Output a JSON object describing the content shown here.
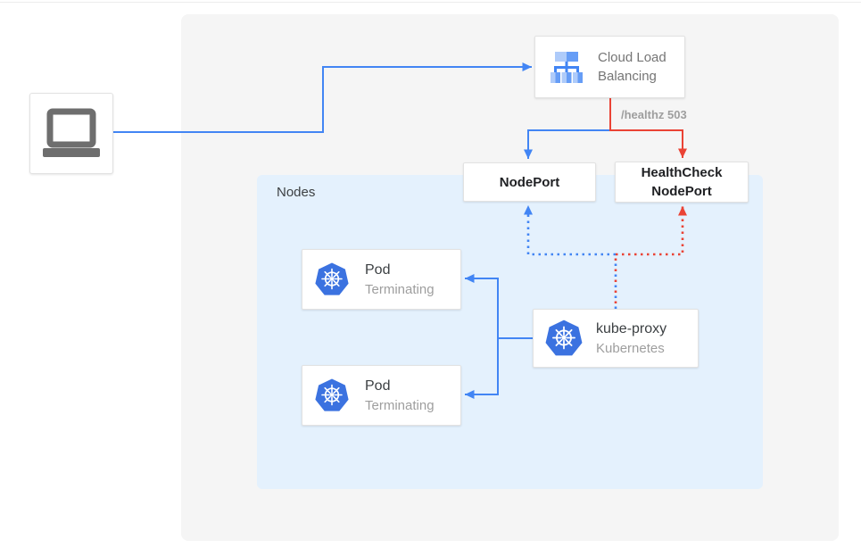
{
  "labels": {
    "nodes": "Nodes",
    "healthz": "/healthz 503"
  },
  "cards": {
    "client": {
      "icon": "laptop-icon"
    },
    "cloud_load_balancing": {
      "icon": "cloud-load-balancing-icon",
      "label_line1": "Cloud Load",
      "label_line2": "Balancing"
    },
    "nodeport": {
      "label": "NodePort"
    },
    "healthcheck_nodeport": {
      "label_line1": "HealthCheck",
      "label_line2": "NodePort"
    },
    "pod_top": {
      "icon": "kubernetes-icon",
      "title": "Pod",
      "subtitle": "Terminating"
    },
    "pod_bottom": {
      "icon": "kubernetes-icon",
      "title": "Pod",
      "subtitle": "Terminating"
    },
    "kube_proxy": {
      "icon": "kubernetes-icon",
      "title": "kube-proxy",
      "subtitle": "Kubernetes"
    }
  },
  "edges": [
    {
      "from": "client",
      "to": "cloud_load_balancing",
      "color": "#4285f4",
      "style": "solid"
    },
    {
      "from": "cloud_load_balancing",
      "to": "nodeport",
      "color": "#4285f4",
      "style": "solid"
    },
    {
      "from": "cloud_load_balancing",
      "to": "healthcheck_nodeport",
      "color": "#ea4335",
      "style": "solid",
      "label": "/healthz 503"
    },
    {
      "from": "kube_proxy",
      "to": "pod_top",
      "color": "#4285f4",
      "style": "solid"
    },
    {
      "from": "kube_proxy",
      "to": "pod_bottom",
      "color": "#4285f4",
      "style": "solid"
    },
    {
      "from": "kube_proxy",
      "to": "nodeport",
      "color": "#4285f4",
      "style": "dotted"
    },
    {
      "from": "kube_proxy",
      "to": "healthcheck_nodeport",
      "color": "#ea4335",
      "style": "dotted"
    }
  ],
  "colors": {
    "blue": "#4285f4",
    "red": "#ea4335",
    "kubernetes_blue": "#3b72e0",
    "panel_bg": "#f5f5f5",
    "nodes_bg": "#e4f1fd",
    "icon_gray": "#6e6e6e",
    "lb_icon_light": "#aecbfa",
    "lb_icon_mid": "#669df6"
  }
}
